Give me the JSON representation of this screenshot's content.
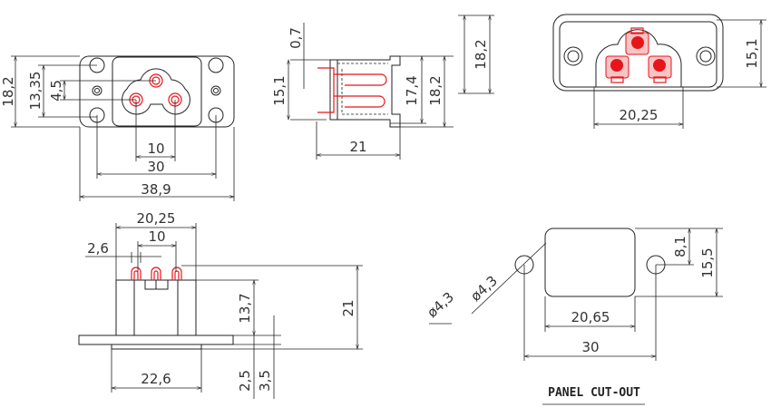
{
  "colors": {
    "line": "#222222",
    "pin": "#e8141b"
  },
  "front_view": {
    "height": "18,2",
    "inner_height": "13,35",
    "pin_offset": "4,5",
    "pin_pitch": "10",
    "hole_pitch": "30",
    "width": "38,9"
  },
  "side_view": {
    "wall": "0,7",
    "pin_height": "15,1",
    "body_height": "17,4",
    "flange_height": "18,2",
    "depth": "21",
    "far_height": "18,2"
  },
  "back_view": {
    "height": "15,1",
    "width": "20,25"
  },
  "bottom_view": {
    "width": "20,25",
    "pin_pitch": "10",
    "pin_width": "2,6",
    "total_height": "21",
    "body_height": "13,7",
    "flange_thickness": "2,5",
    "plate_thickness": "3,5",
    "plate_width": "22,6"
  },
  "panel_cutout": {
    "title": "PANEL CUT-OUT",
    "hole_diameter_1": "ø4,3",
    "hole_diameter_2": "ø4,3",
    "upper_height": "8,1",
    "height": "15,5",
    "width": "20,65",
    "hole_pitch": "30"
  }
}
